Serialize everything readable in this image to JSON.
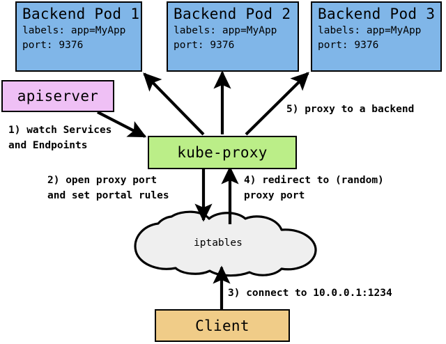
{
  "diagram": {
    "title": "Kubernetes kube-proxy userspace proxy mode",
    "colors": {
      "pod_fill": "#80B6E8",
      "apiserver_fill": "#EFC0F5",
      "kubeproxy_fill": "#BBEE88",
      "client_fill": "#F0CC88",
      "cloud_fill": "#EFEFEF",
      "stroke": "#000000",
      "background": "#FFFFFF"
    },
    "pods": [
      {
        "title": "Backend Pod 1",
        "labels_line": "labels: app=MyApp",
        "port_line": "port: 9376"
      },
      {
        "title": "Backend Pod 2",
        "labels_line": "labels: app=MyApp",
        "port_line": "port: 9376"
      },
      {
        "title": "Backend Pod 3",
        "labels_line": "labels: app=MyApp",
        "port_line": "port: 9376"
      }
    ],
    "nodes": {
      "apiserver": "apiserver",
      "kube_proxy": "kube-proxy",
      "iptables": "iptables",
      "client": "Client"
    },
    "annotations": [
      {
        "id": "step-1",
        "line1": "1) watch Services",
        "line2": "and Endpoints"
      },
      {
        "id": "step-2",
        "line1": "2) open proxy port",
        "line2": "and set portal rules"
      },
      {
        "id": "step-3",
        "line1": "3) connect to 10.0.0.1:1234",
        "line2": ""
      },
      {
        "id": "step-4",
        "line1": "4) redirect to (random)",
        "line2": "proxy port"
      },
      {
        "id": "step-5",
        "line1": "5) proxy to a backend",
        "line2": ""
      }
    ],
    "edges": [
      {
        "id": "apiserver-to-kube-proxy",
        "from": "apiserver",
        "to": "kube-proxy",
        "step": "1"
      },
      {
        "id": "kube-proxy-to-iptables",
        "from": "kube-proxy",
        "to": "iptables",
        "step": "2"
      },
      {
        "id": "client-to-iptables",
        "from": "client",
        "to": "iptables",
        "step": "3"
      },
      {
        "id": "iptables-to-kube-proxy",
        "from": "iptables",
        "to": "kube-proxy",
        "step": "4"
      },
      {
        "id": "kube-proxy-to-pod-1",
        "from": "kube-proxy",
        "to": "Backend Pod 1",
        "step": "5"
      },
      {
        "id": "kube-proxy-to-pod-2",
        "from": "kube-proxy",
        "to": "Backend Pod 2",
        "step": "5"
      },
      {
        "id": "kube-proxy-to-pod-3",
        "from": "kube-proxy",
        "to": "Backend Pod 3",
        "step": "5"
      }
    ]
  }
}
